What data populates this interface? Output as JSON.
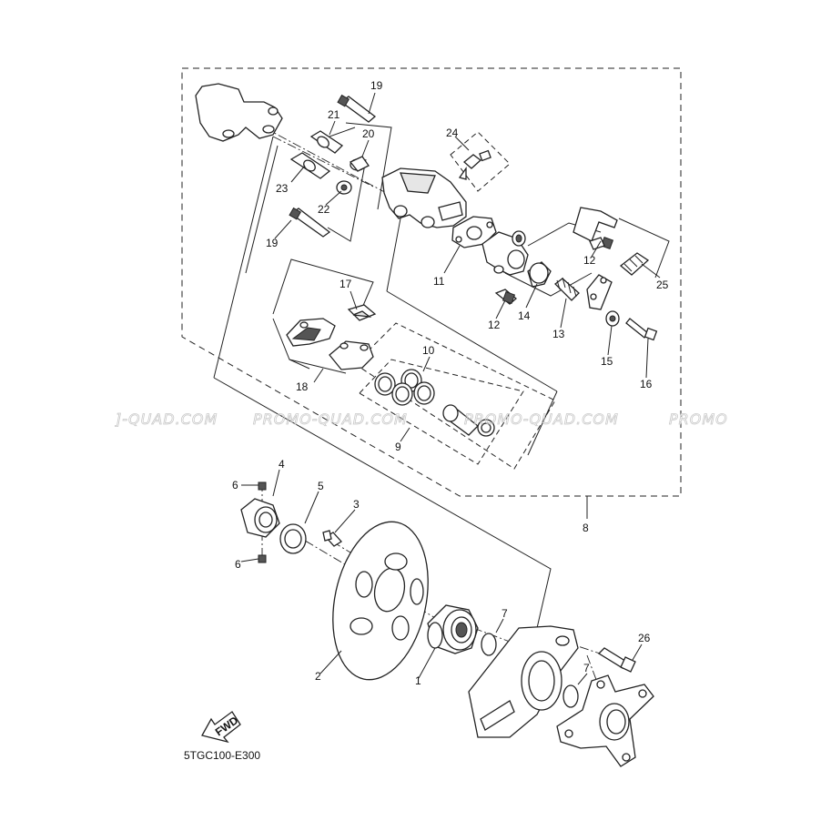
{
  "diagram_code": "5TGC100-E300",
  "watermark": {
    "segments": [
      "]-QUAD.COM",
      "PROMO-QUAD.COM",
      "PROMO-QUAD.COM",
      "PROMO"
    ]
  },
  "fwd_label": "FWD",
  "callouts": {
    "c1": "1",
    "c2": "2",
    "c3": "3",
    "c4": "4",
    "c5": "5",
    "c6a": "6",
    "c6b": "6",
    "c7a": "7",
    "c7b": "7",
    "c8": "8",
    "c9": "9",
    "c10": "10",
    "c11": "11",
    "c12a": "12",
    "c12b": "12",
    "c13": "13",
    "c14": "14",
    "c15": "15",
    "c16": "16",
    "c17": "17",
    "c18": "18",
    "c19a": "19",
    "c19b": "19",
    "c20": "20",
    "c21": "21",
    "c22": "22",
    "c23": "23",
    "c24": "24",
    "c25": "25",
    "c26": "26"
  },
  "colors": {
    "line": "#222222",
    "watermark": "#c9c9c9",
    "background": "#ffffff"
  }
}
